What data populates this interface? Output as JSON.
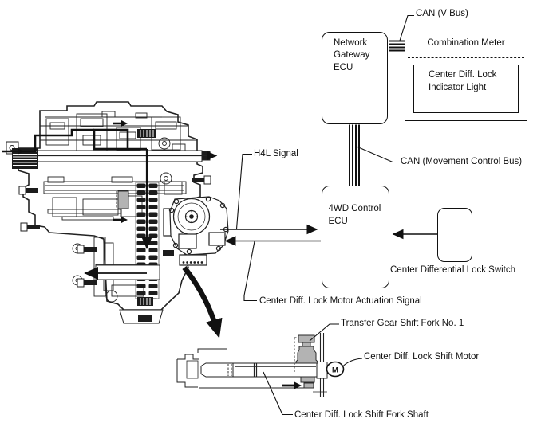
{
  "colors": {
    "line": "#111111",
    "chain_dark": "#1c1c1c",
    "fork_gray": "#b3b3b3"
  },
  "network_gateway_ecu": {
    "label": "Network Gateway ECU"
  },
  "combination_meter": {
    "title": "Combination Meter",
    "indicator_label": "Center Diff. Lock Indicator Light"
  },
  "four_wd_ecu": {
    "label": "4WD Control ECU"
  },
  "bus_labels": {
    "v_bus": "CAN (V Bus)",
    "movement_bus": "CAN (Movement Control Bus)"
  },
  "signal_labels": {
    "h4l": "H4L Signal",
    "actuation": "Center Diff. Lock Motor Actuation Signal"
  },
  "switch_label": "Center Differential Lock Switch",
  "detail_labels": {
    "fork": "Transfer Gear Shift Fork No. 1",
    "motor": "Center Diff. Lock Shift Motor",
    "fork_shaft": "Center Diff. Lock Shift Fork Shaft",
    "motor_letter": "M"
  }
}
